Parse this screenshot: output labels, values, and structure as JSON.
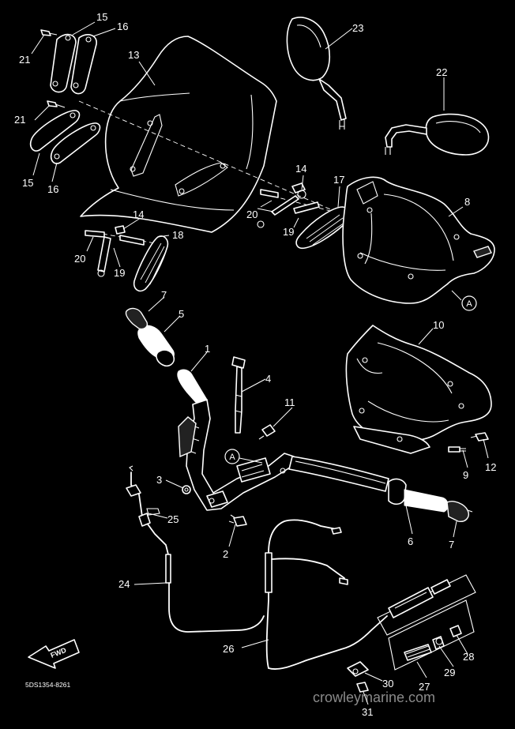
{
  "callouts": [
    {
      "id": "c1",
      "label": "1"
    },
    {
      "id": "c2",
      "label": "2"
    },
    {
      "id": "c3",
      "label": "3"
    },
    {
      "id": "c4",
      "label": "4"
    },
    {
      "id": "c5",
      "label": "5"
    },
    {
      "id": "c6",
      "label": "6"
    },
    {
      "id": "c7a",
      "label": "7"
    },
    {
      "id": "c7b",
      "label": "7"
    },
    {
      "id": "c8",
      "label": "8"
    },
    {
      "id": "c9",
      "label": "9"
    },
    {
      "id": "c10",
      "label": "10"
    },
    {
      "id": "c11",
      "label": "11"
    },
    {
      "id": "c12",
      "label": "12"
    },
    {
      "id": "c13",
      "label": "13"
    },
    {
      "id": "c14a",
      "label": "14"
    },
    {
      "id": "c14b",
      "label": "14"
    },
    {
      "id": "c15a",
      "label": "15"
    },
    {
      "id": "c15b",
      "label": "15"
    },
    {
      "id": "c16a",
      "label": "16"
    },
    {
      "id": "c16b",
      "label": "16"
    },
    {
      "id": "c17",
      "label": "17"
    },
    {
      "id": "c18",
      "label": "18"
    },
    {
      "id": "c19a",
      "label": "19"
    },
    {
      "id": "c19b",
      "label": "19"
    },
    {
      "id": "c20a",
      "label": "20"
    },
    {
      "id": "c20b",
      "label": "20"
    },
    {
      "id": "c21a",
      "label": "21"
    },
    {
      "id": "c21b",
      "label": "21"
    },
    {
      "id": "c22",
      "label": "22"
    },
    {
      "id": "c23",
      "label": "23"
    },
    {
      "id": "c24",
      "label": "24"
    },
    {
      "id": "c25",
      "label": "25"
    },
    {
      "id": "c26",
      "label": "26"
    },
    {
      "id": "c27",
      "label": "27"
    },
    {
      "id": "c28",
      "label": "28"
    },
    {
      "id": "c29",
      "label": "29"
    },
    {
      "id": "c30",
      "label": "30"
    },
    {
      "id": "c31",
      "label": "31"
    }
  ],
  "reference_marks": [
    {
      "id": "ra1",
      "label": "A"
    },
    {
      "id": "ra2",
      "label": "A"
    }
  ],
  "direction_label": "FWD",
  "drawing_code": "5DS1354-8261",
  "watermark": "crowleymarine.com"
}
